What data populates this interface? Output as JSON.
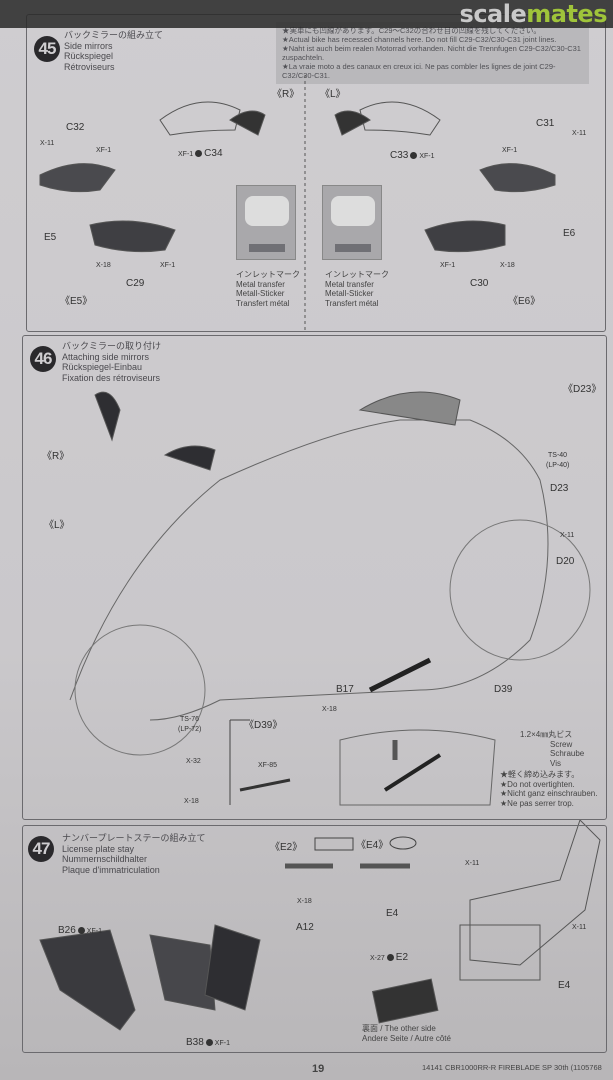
{
  "watermark": {
    "logo_a": "scale",
    "logo_b": "mates"
  },
  "step45": {
    "number": "45",
    "title_ja": "バックミラーの組み立て",
    "title_en": "Side mirrors",
    "title_de": "Rückspiegel",
    "title_fr": "Rétroviseurs",
    "note": [
      "★実車にも凹線があります。C29～C32の合わせ目の凹線を残してください。",
      "★Actual bike has recessed channels here. Do not fill C29-C32/C30-C31 joint lines.",
      "★Naht ist auch beim realen Motorrad vorhanden. Nicht die Trennfugen C29-C32/C30-C31 zuspachteln.",
      "★La vraie moto a des canaux en creux ici. Ne pas combler les lignes de joint C29-C32/C30-C31."
    ],
    "labels": {
      "r": "《R》",
      "l": "《L》",
      "c32": "C32",
      "c29": "C29",
      "c34": "C34",
      "c33": "C33",
      "c31": "C31",
      "c30": "C30",
      "e5": "E5",
      "e6": "E6",
      "e5b": "《E5》",
      "e6b": "《E6》",
      "x11": "X-11",
      "x18": "X-18",
      "xf1": "XF-1"
    },
    "transfer": [
      "インレットマーク",
      "Metal transfer",
      "Metall-Sticker",
      "Transfert métal"
    ]
  },
  "step46": {
    "number": "46",
    "title_ja": "バックミラーの取り付け",
    "title_en": "Attaching side mirrors",
    "title_de": "Rückspiegel-Einbau",
    "title_fr": "Fixation des rétroviseurs",
    "labels": {
      "r": "《R》",
      "l": "《L》",
      "d23b": "《D23》",
      "ts40": "TS-40",
      "lp40": "(LP-40)",
      "d23": "D23",
      "x11": "X-11",
      "d20": "D20",
      "d39": "D39",
      "b17": "B17",
      "x18": "X-18",
      "ts76": "TS-76",
      "lp72": "(LP-72)",
      "d39b": "《D39》",
      "x32": "X-32",
      "xf85": "XF-85"
    },
    "screw": {
      "size": "1.2×4㎜丸ビス",
      "en": "Screw",
      "de": "Schraube",
      "fr": "Vis"
    },
    "warn": [
      "★軽く締め込みます。",
      "★Do not overtighten.",
      "★Nicht ganz einschrauben.",
      "★Ne pas serrer trop."
    ]
  },
  "step47": {
    "number": "47",
    "title_ja": "ナンバープレートステーの組み立て",
    "title_en": "License plate stay",
    "title_de": "Nummernschildhalter",
    "title_fr": "Plaque d'immatriculation",
    "labels": {
      "e2b": "《E2》",
      "e4b": "《E4》",
      "x18": "X-18",
      "a12": "A12",
      "b26": "B26",
      "b38": "B38",
      "xf1": "XF-1",
      "x11": "X-11",
      "e4": "E4",
      "e2": "E2",
      "x27": "X-27"
    },
    "other_side": [
      "裏面 / The other side",
      "Andere Seite / Autre côté"
    ]
  },
  "footer": {
    "page": "19",
    "product": "14141 CBR1000RR-R FIREBLADE SP 30th (1105768"
  }
}
